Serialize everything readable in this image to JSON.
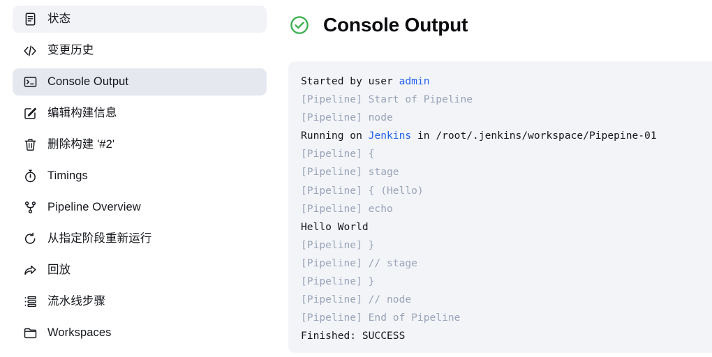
{
  "sidebar": {
    "items": [
      {
        "label": "状态",
        "icon": "document-icon",
        "state": "hovered"
      },
      {
        "label": "变更历史",
        "icon": "code-icon",
        "state": "default"
      },
      {
        "label": "Console Output",
        "icon": "terminal-icon",
        "state": "active"
      },
      {
        "label": "编辑构建信息",
        "icon": "edit-pencil-icon",
        "state": "default"
      },
      {
        "label": "删除构建 '#2'",
        "icon": "trash-icon",
        "state": "default"
      },
      {
        "label": "Timings",
        "icon": "stopwatch-icon",
        "state": "default"
      },
      {
        "label": "Pipeline Overview",
        "icon": "git-branch-icon",
        "state": "default"
      },
      {
        "label": "从指定阶段重新运行",
        "icon": "refresh-arrow-icon",
        "state": "default"
      },
      {
        "label": "回放",
        "icon": "share-arrow-icon",
        "state": "default"
      },
      {
        "label": "流水线步骤",
        "icon": "list-steps-icon",
        "state": "default"
      },
      {
        "label": "Workspaces",
        "icon": "folder-icon",
        "state": "default"
      }
    ]
  },
  "console": {
    "title": "Console Output",
    "status_icon": "circle-check-icon",
    "status_color": "#3cb14f",
    "link_color": "#2563eb",
    "muted_color": "#9aa4b8",
    "lines": [
      {
        "segments": [
          {
            "text": "Started by user ",
            "style": "plain"
          },
          {
            "text": "admin",
            "style": "link"
          }
        ]
      },
      {
        "segments": [
          {
            "text": "[Pipeline] Start of Pipeline",
            "style": "muted"
          }
        ]
      },
      {
        "segments": [
          {
            "text": "[Pipeline] node",
            "style": "muted"
          }
        ]
      },
      {
        "segments": [
          {
            "text": "Running on ",
            "style": "plain"
          },
          {
            "text": "Jenkins",
            "style": "link"
          },
          {
            "text": " in /root/.jenkins/workspace/Pipepine-01",
            "style": "plain"
          }
        ]
      },
      {
        "segments": [
          {
            "text": "[Pipeline] {",
            "style": "muted"
          }
        ]
      },
      {
        "segments": [
          {
            "text": "[Pipeline] stage",
            "style": "muted"
          }
        ]
      },
      {
        "segments": [
          {
            "text": "[Pipeline] { (Hello)",
            "style": "muted"
          }
        ]
      },
      {
        "segments": [
          {
            "text": "[Pipeline] echo",
            "style": "muted"
          }
        ]
      },
      {
        "segments": [
          {
            "text": "Hello World",
            "style": "plain"
          }
        ]
      },
      {
        "segments": [
          {
            "text": "[Pipeline] }",
            "style": "muted"
          }
        ]
      },
      {
        "segments": [
          {
            "text": "[Pipeline] // stage",
            "style": "muted"
          }
        ]
      },
      {
        "segments": [
          {
            "text": "[Pipeline] }",
            "style": "muted"
          }
        ]
      },
      {
        "segments": [
          {
            "text": "[Pipeline] // node",
            "style": "muted"
          }
        ]
      },
      {
        "segments": [
          {
            "text": "[Pipeline] End of Pipeline",
            "style": "muted"
          }
        ]
      },
      {
        "segments": [
          {
            "text": "Finished: SUCCESS",
            "style": "plain"
          }
        ]
      }
    ]
  }
}
